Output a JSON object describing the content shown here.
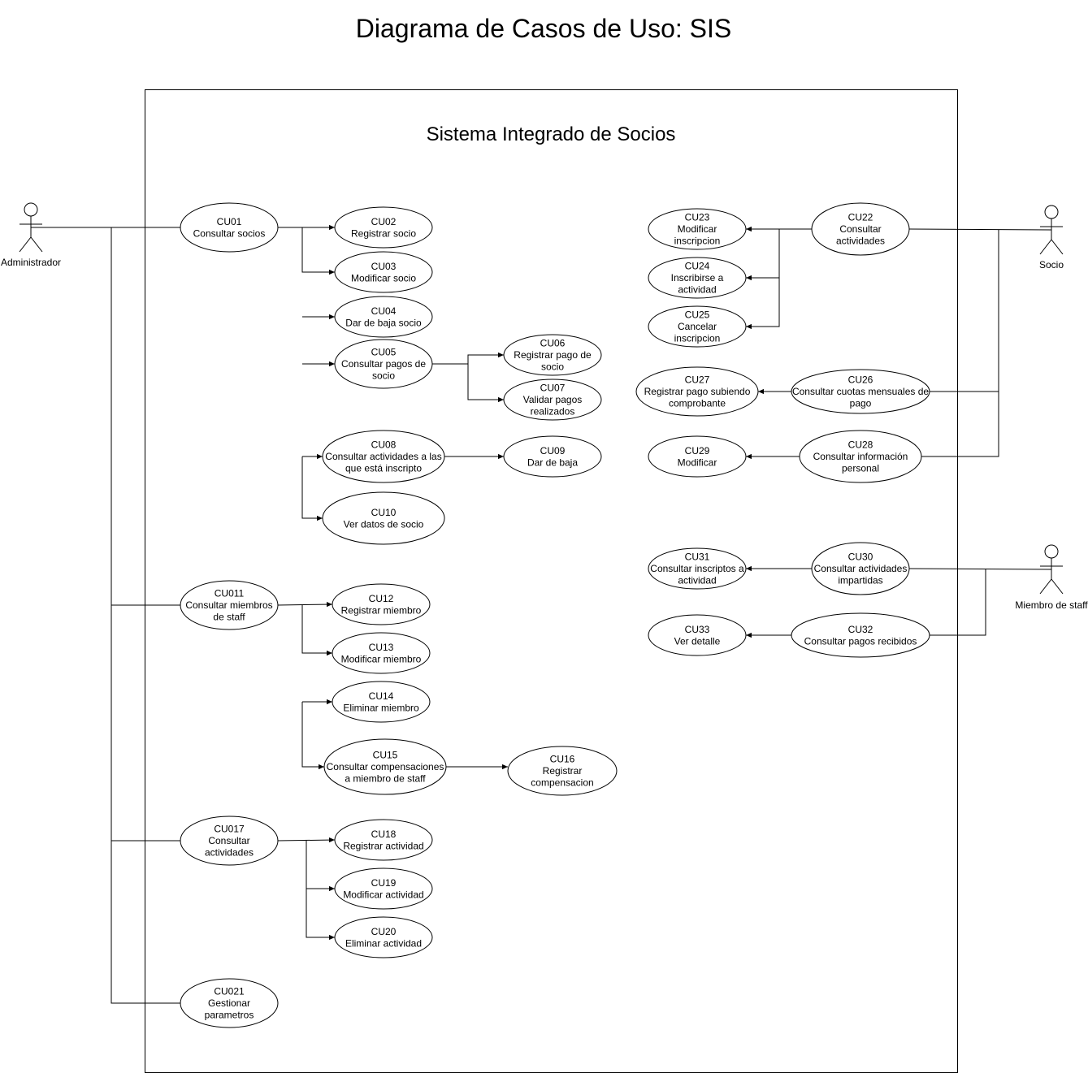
{
  "title": "Diagrama de Casos de Uso: SIS",
  "system_name": "Sistema Integrado de Socios",
  "actors": {
    "administrador": "Administrador",
    "socio": "Socio",
    "staff": "Miembro de staff"
  },
  "use_cases": {
    "cu01": [
      "CU01",
      "Consultar socios"
    ],
    "cu02": [
      "CU02",
      "Registrar socio"
    ],
    "cu03": [
      "CU03",
      "Modificar socio"
    ],
    "cu04": [
      "CU04",
      "Dar de baja socio"
    ],
    "cu05": [
      "CU05",
      "Consultar pagos de",
      "socio"
    ],
    "cu06": [
      "CU06",
      "Registrar pago de",
      "socio"
    ],
    "cu07": [
      "CU07",
      "Validar pagos",
      "realizados"
    ],
    "cu08": [
      "CU08",
      "Consultar actividades a las",
      "que está inscripto"
    ],
    "cu09": [
      "CU09",
      "Dar de baja"
    ],
    "cu10": [
      "CU10",
      "Ver datos de socio"
    ],
    "cu011": [
      "CU011",
      "Consultar miembros",
      "de staff"
    ],
    "cu12": [
      "CU12",
      "Registrar miembro"
    ],
    "cu13": [
      "CU13",
      "Modificar miembro"
    ],
    "cu14": [
      "CU14",
      "Eliminar miembro"
    ],
    "cu15": [
      "CU15",
      "Consultar compensaciones",
      "a miembro de staff"
    ],
    "cu16": [
      "CU16",
      "Registrar",
      "compensacion"
    ],
    "cu017": [
      "CU017",
      "Consultar",
      "actividades"
    ],
    "cu18": [
      "CU18",
      "Registrar actividad"
    ],
    "cu19": [
      "CU19",
      "Modificar actividad"
    ],
    "cu20": [
      "CU20",
      "Eliminar actividad"
    ],
    "cu021": [
      "CU021",
      "Gestionar",
      "parametros"
    ],
    "cu22": [
      "CU22",
      "Consultar",
      "actividades"
    ],
    "cu23": [
      "CU23",
      "Modificar",
      "inscripcion"
    ],
    "cu24": [
      "CU24",
      "Inscribirse a",
      "actividad"
    ],
    "cu25": [
      "CU25",
      "Cancelar",
      "inscripcion"
    ],
    "cu26": [
      "CU26",
      "Consultar cuotas mensuales de",
      "pago"
    ],
    "cu27": [
      "CU27",
      "Registrar pago subiendo",
      "comprobante"
    ],
    "cu28": [
      "CU28",
      "Consultar información",
      "personal"
    ],
    "cu29": [
      "CU29",
      "Modificar"
    ],
    "cu30": [
      "CU30",
      "Consultar actividades",
      "impartidas"
    ],
    "cu31": [
      "CU31",
      "Consultar inscriptos a",
      "actividad"
    ],
    "cu32": [
      "CU32",
      "Consultar pagos recibidos"
    ],
    "cu33": [
      "CU33",
      "Ver detalle"
    ]
  }
}
